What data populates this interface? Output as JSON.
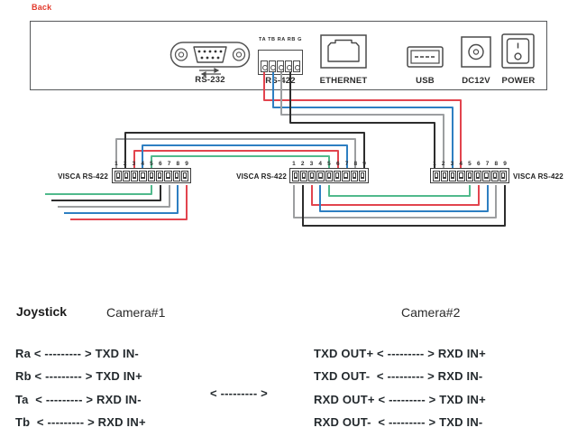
{
  "back_label": "Back",
  "colors": {
    "wire_red": "#e2444e",
    "wire_blue": "#2e7fc2",
    "wire_gray": "#9c9ea0",
    "wire_black": "#2d2d2d",
    "wire_green": "#50b98c",
    "back_label": "#e2392b",
    "outline": "#4a4a4a"
  },
  "panel": {
    "rs232_label": "RS-232",
    "rs422_pins_label": "TA TB RA RB G",
    "rs422_label": "RS-422",
    "ethernet_label": "ETHERNET",
    "usb_label": "USB",
    "dc12v_label": "DC12V",
    "power_label": "POWER"
  },
  "visca_blocks": [
    {
      "label": "VISCA RS-422",
      "pins": [
        "1",
        "2",
        "3",
        "4",
        "5",
        "6",
        "7",
        "8",
        "9"
      ]
    },
    {
      "label": "VISCA RS-422",
      "pins": [
        "1",
        "2",
        "3",
        "4",
        "5",
        "6",
        "7",
        "8",
        "9"
      ]
    },
    {
      "label": "VISCA RS-422",
      "pins": [
        "1",
        "2",
        "3",
        "4",
        "5",
        "6",
        "7",
        "8",
        "9"
      ]
    }
  ],
  "wiring_text": {
    "joystick_header": "Joystick",
    "camera1_header": "Camera#1",
    "camera2_header": "Camera#2",
    "joystick_camera1_rows": [
      "Ra < --------- > TXD IN-",
      "Rb < --------- > TXD IN+",
      "Ta  < --------- > RXD IN-",
      "Tb  < --------- > RXD IN+"
    ],
    "between_cameras_arrow": "< --------- >",
    "camera1_camera2_rows": [
      "TXD OUT+ < --------- > RXD IN+",
      "TXD OUT-  < --------- > RXD IN-",
      "RXD OUT+ < --------- > TXD IN+",
      "RXD OUT-  < --------- > TXD IN-"
    ]
  }
}
